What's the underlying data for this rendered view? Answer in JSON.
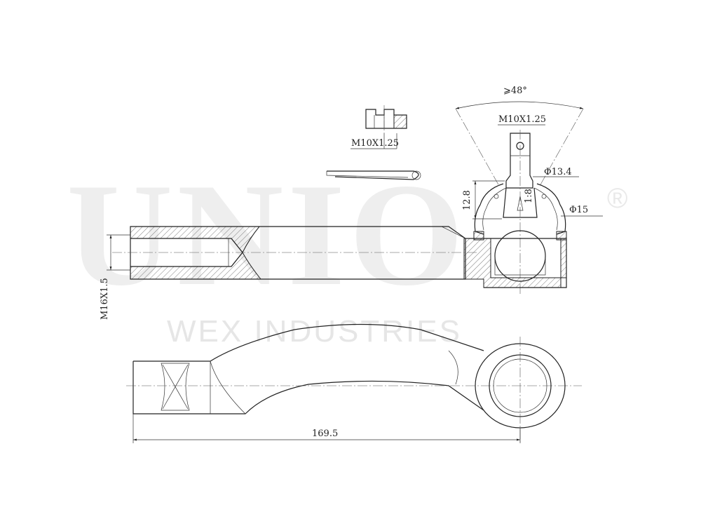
{
  "watermark": {
    "brand": "UNIO",
    "registered_mark": "®",
    "company": "WEX INDUSTRIES"
  },
  "dimensions": {
    "nut_thread": "M10X1.25",
    "pin_thread": "M10X1.25",
    "angle": "⩾48°",
    "pin_diameter": "Φ13.4",
    "ball_diameter": "Φ15",
    "pin_height": "12.8",
    "taper": "1:8",
    "shank_thread": "M16X1.5",
    "overall_length": "169.5"
  }
}
